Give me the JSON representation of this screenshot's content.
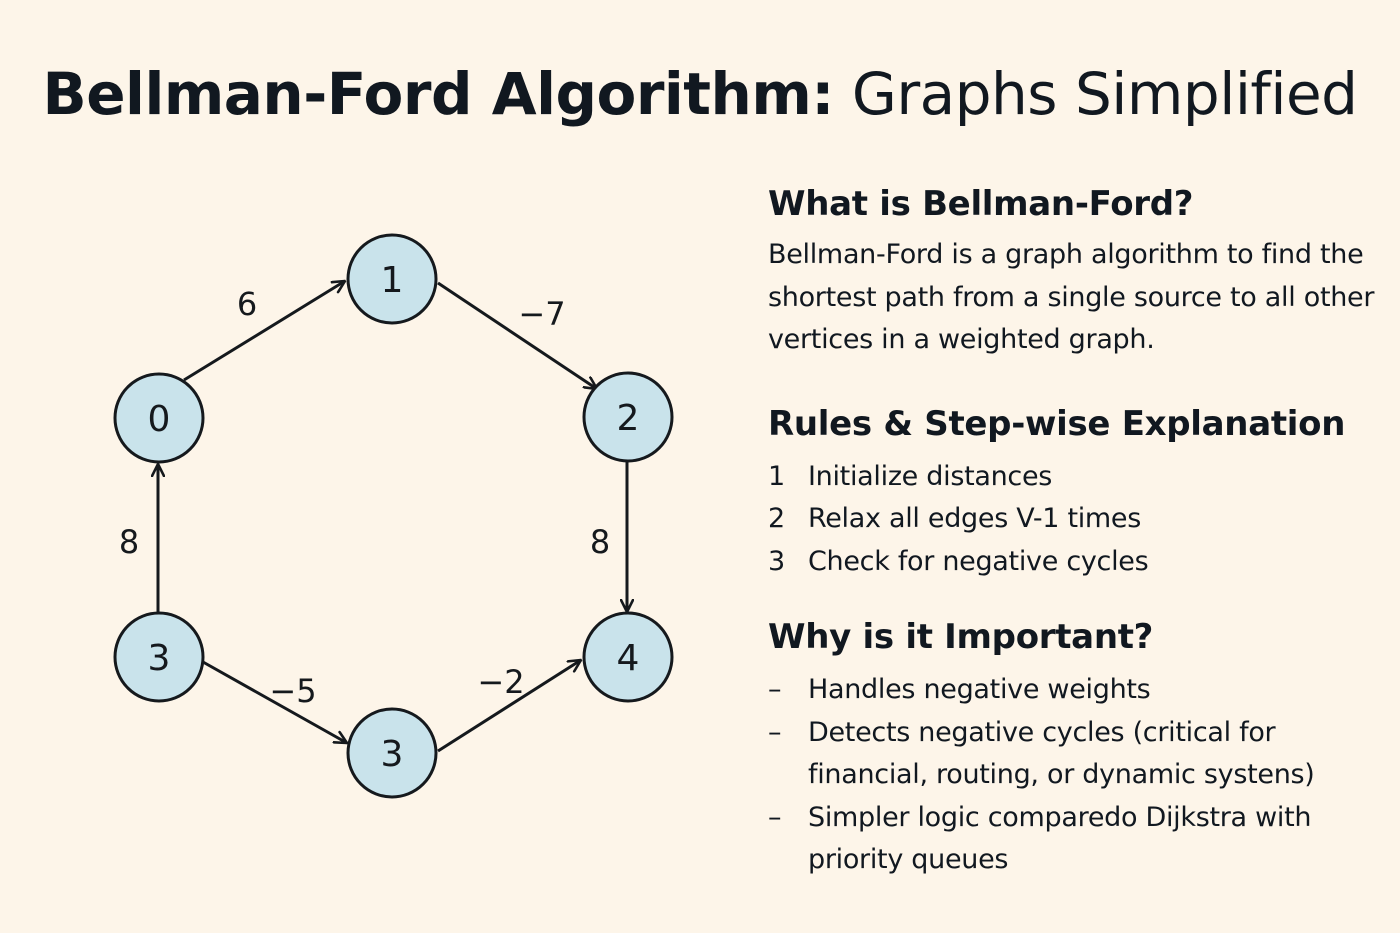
{
  "title": {
    "bold": "Bellman-Ford Algorithm:",
    "light": " Graphs Simplified"
  },
  "graph": {
    "nodes": [
      {
        "id": "n0",
        "label": "0"
      },
      {
        "id": "n1",
        "label": "1"
      },
      {
        "id": "n2",
        "label": "2"
      },
      {
        "id": "n3a",
        "label": "3"
      },
      {
        "id": "n3b",
        "label": "3"
      },
      {
        "id": "n4",
        "label": "4"
      }
    ],
    "edges": [
      {
        "from": "n0",
        "to": "n1",
        "weight": "6"
      },
      {
        "from": "n1",
        "to": "n2",
        "weight": "−7"
      },
      {
        "from": "n2",
        "to": "n4",
        "weight": "8"
      },
      {
        "from": "n3a",
        "to": "n0",
        "weight": "8"
      },
      {
        "from": "n3a",
        "to": "n3b",
        "weight": "−5"
      },
      {
        "from": "n3b",
        "to": "n4",
        "weight": "−2"
      }
    ]
  },
  "what": {
    "heading": "What is Bellman-Ford?",
    "body": "Bellman-Ford is a graph algorithm to find the shortest path from a single source to all other vertices in a weighted graph."
  },
  "rules": {
    "heading": "Rules & Step-wise Explanation",
    "steps": [
      {
        "marker": "1",
        "text": "Initialize distances"
      },
      {
        "marker": "2",
        "text": "Relax all edges V-1 times"
      },
      {
        "marker": "3",
        "text": "Check for negative cycles"
      }
    ]
  },
  "why": {
    "heading": "Why is it Important?",
    "points": [
      {
        "marker": "–",
        "text": "Handles negative weights"
      },
      {
        "marker": "–",
        "text": "Detects negative cycles (critical for financial, routing, or dynamic systens)"
      },
      {
        "marker": "–",
        "text": "Simpler logic comparedo Dijkstra with priority queues"
      }
    ]
  }
}
